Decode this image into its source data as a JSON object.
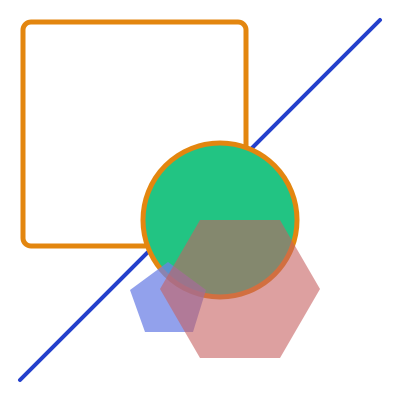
{
  "scene": {
    "background": "#ffffff",
    "shapes": [
      {
        "kind": "rounded-rectangle",
        "fill": "none",
        "stroke": "#e3860f"
      },
      {
        "kind": "diagonal-line",
        "stroke": "#2440cc"
      },
      {
        "kind": "circle",
        "fill": "#22c483",
        "stroke": "#e3860f"
      },
      {
        "kind": "pentagon",
        "fill": "#6d82e5",
        "opacity": 0.75
      },
      {
        "kind": "hexagon",
        "fill": "#c66060",
        "opacity": 0.6
      }
    ]
  }
}
